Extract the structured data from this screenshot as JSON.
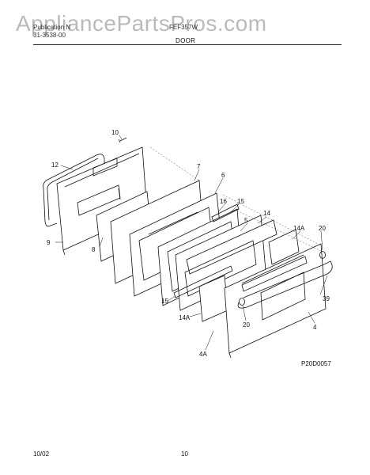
{
  "header": {
    "watermark": "AppliancePartsPros.com",
    "publication_label": "Publication N",
    "publication_number": "31-3538-00",
    "model": "FEF357W",
    "section_title": "DOOR"
  },
  "diagram": {
    "callouts": [
      "10",
      "12",
      "7",
      "6",
      "16",
      "15",
      "14",
      "5",
      "14A",
      "20",
      "9",
      "8",
      "15",
      "39",
      "14A",
      "20",
      "4",
      "4A"
    ],
    "drawing_code": "P20D0057"
  },
  "footer": {
    "date": "10/02",
    "page": "10"
  }
}
